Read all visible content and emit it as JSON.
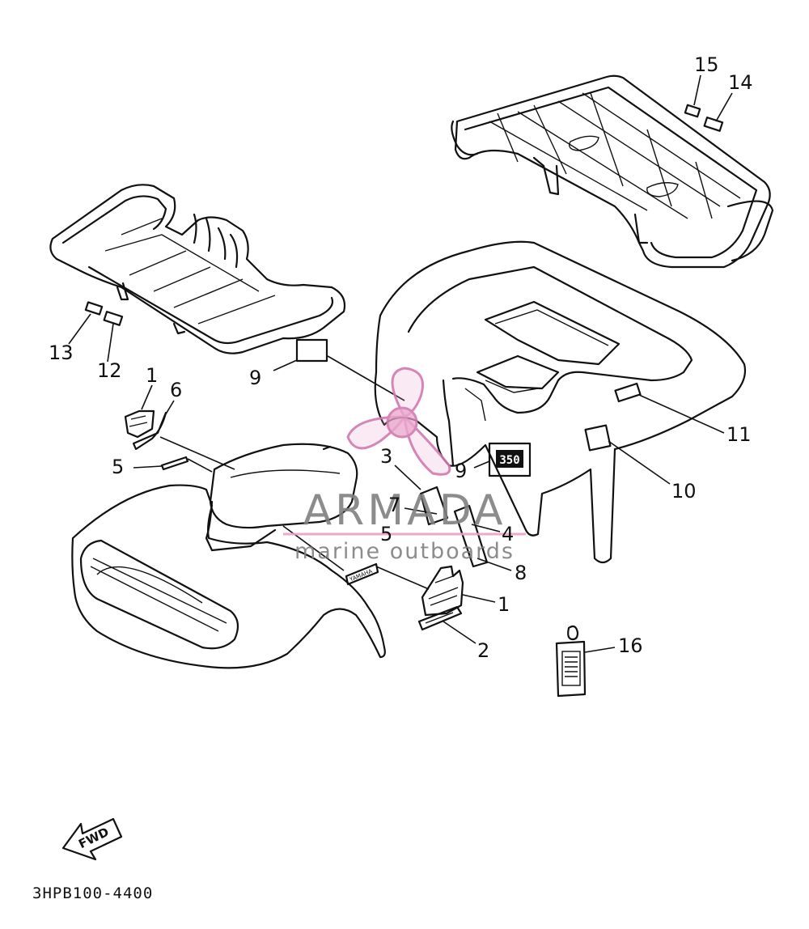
{
  "diagram_code": "3HPB100-4400",
  "fwd_label": "FWD",
  "watermark": {
    "brand": "ARMADA",
    "tagline": "marine outboards",
    "color": "#e8a0c8"
  },
  "decal_text": {
    "model_number": "350",
    "fender_side": "YAMAHA"
  },
  "callouts": [
    {
      "id": "c15",
      "label": "15"
    },
    {
      "id": "c14",
      "label": "14"
    },
    {
      "id": "c13",
      "label": "13"
    },
    {
      "id": "c12",
      "label": "12"
    },
    {
      "id": "c9a",
      "label": "9"
    },
    {
      "id": "c1a",
      "label": "1"
    },
    {
      "id": "c6",
      "label": "6"
    },
    {
      "id": "c5a",
      "label": "5"
    },
    {
      "id": "c3",
      "label": "3"
    },
    {
      "id": "c9b",
      "label": "9"
    },
    {
      "id": "c11",
      "label": "11"
    },
    {
      "id": "c10",
      "label": "10"
    },
    {
      "id": "c7",
      "label": "7"
    },
    {
      "id": "c4",
      "label": "4"
    },
    {
      "id": "c5b",
      "label": "5"
    },
    {
      "id": "c8",
      "label": "8"
    },
    {
      "id": "c1b",
      "label": "1"
    },
    {
      "id": "c2",
      "label": "2"
    },
    {
      "id": "c16",
      "label": "16"
    }
  ]
}
